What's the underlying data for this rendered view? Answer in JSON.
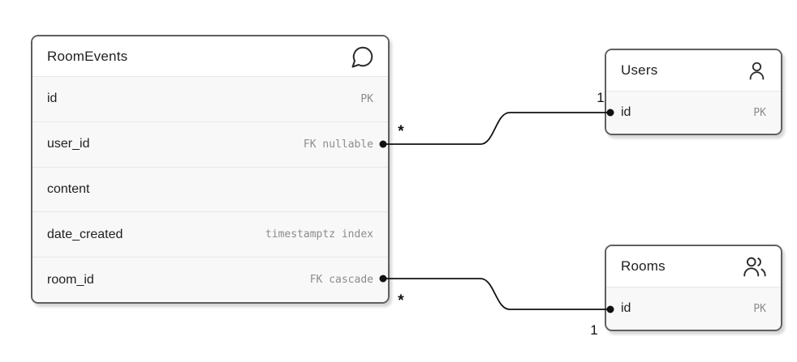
{
  "diagram": {
    "type": "entity-relationship",
    "tables": [
      {
        "name": "RoomEvents",
        "icon": "message-circle-icon",
        "columns": [
          {
            "name": "id",
            "annotation": "PK"
          },
          {
            "name": "user_id",
            "annotation": "FK nullable"
          },
          {
            "name": "content",
            "annotation": ""
          },
          {
            "name": "date_created",
            "annotation": "timestamptz index"
          },
          {
            "name": "room_id",
            "annotation": "FK cascade"
          }
        ]
      },
      {
        "name": "Users",
        "icon": "user-icon",
        "columns": [
          {
            "name": "id",
            "annotation": "PK"
          }
        ]
      },
      {
        "name": "Rooms",
        "icon": "users-icon",
        "columns": [
          {
            "name": "id",
            "annotation": "PK"
          }
        ]
      }
    ],
    "relationships": [
      {
        "from": "RoomEvents.user_id",
        "to": "Users.id",
        "from_cardinality": "*",
        "to_cardinality": "1"
      },
      {
        "from": "RoomEvents.room_id",
        "to": "Rooms.id",
        "from_cardinality": "*",
        "to_cardinality": "1"
      }
    ],
    "colors": {
      "background": "#ffffff",
      "table_border": "#5f5f5f",
      "header_background": "#ffffff",
      "row_background": "#f8f8f8",
      "separator": "#e7e7e7",
      "column_text": "#1f1f1f",
      "annotation_text": "#8c8c8c",
      "line": "#111111"
    }
  }
}
